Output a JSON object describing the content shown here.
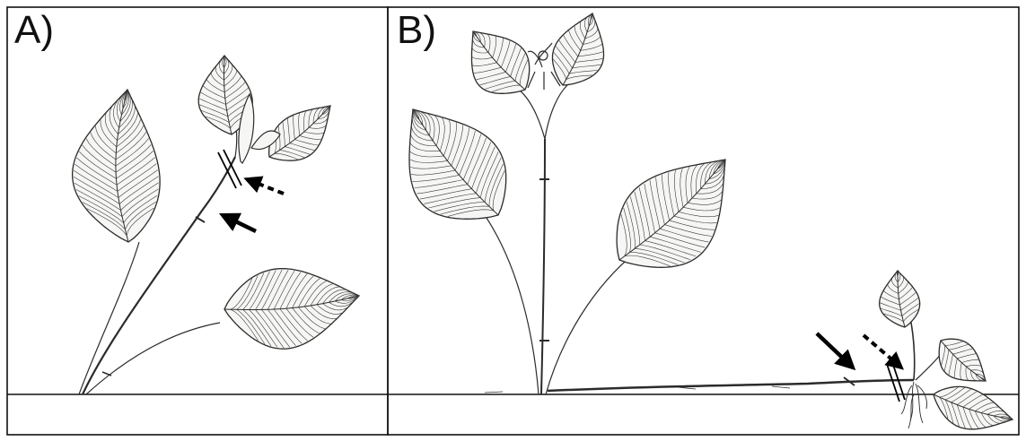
{
  "panels": [
    {
      "label": "A)"
    },
    {
      "label": "B)"
    }
  ],
  "colors": {
    "frame": "#111111",
    "ink": "#2b2b2b",
    "leaf_fill": "#f6f6f4",
    "arrow": "#000000"
  },
  "icons": {
    "solid_arrow": "solid-arrow-icon",
    "dashed_arrow": "dashed-arrow-icon",
    "cut_mark": "double-line-cut-mark"
  }
}
